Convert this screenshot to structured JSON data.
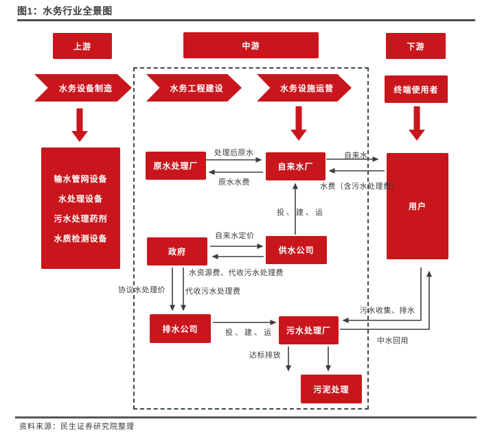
{
  "title": "图1：水务行业全景图",
  "source": "资料来源：民生证券研究院整理",
  "colors": {
    "brand_red": "#c9161d",
    "line": "#3d3d3d",
    "dash_border": "#37474f",
    "rule": "#4a4a4a"
  },
  "stages": {
    "upstream": "上游",
    "midstream": "中游",
    "downstream": "下游"
  },
  "chain": {
    "equipment": "水务设备制造",
    "construction": "水务工程建设",
    "operation": "水务设施运营",
    "end_user": "终端使用者"
  },
  "upstream_products": [
    "输水管网设备",
    "水处理设备",
    "污水处理药剂",
    "水质检测设备"
  ],
  "nodes": {
    "raw_water_plant": "原水处理厂",
    "tap_water_plant": "自来水厂",
    "government": "政府",
    "water_supply_co": "供水公司",
    "drainage_co": "排水公司",
    "sewage_plant": "污水处理厂",
    "sludge_treatment": "污泥处理",
    "users": "用户"
  },
  "edges": {
    "treated_raw_water": "处理后原水",
    "raw_water_fee": "原水水费",
    "tap_water": "自来水",
    "water_fee_incl": "水费（含污水处理费）",
    "invest_build_operate": "投、建、运",
    "tap_water_pricing": "自来水定价",
    "resource_fee": "水资源费、代收污水处理费",
    "agreement_price": "协议水处理价",
    "collect_sewage_fee": "代收污水处理费",
    "standard_discharge": "达标排放",
    "sewage_collection": "污水收集、排水",
    "reclaimed_reuse": "中水回用"
  }
}
